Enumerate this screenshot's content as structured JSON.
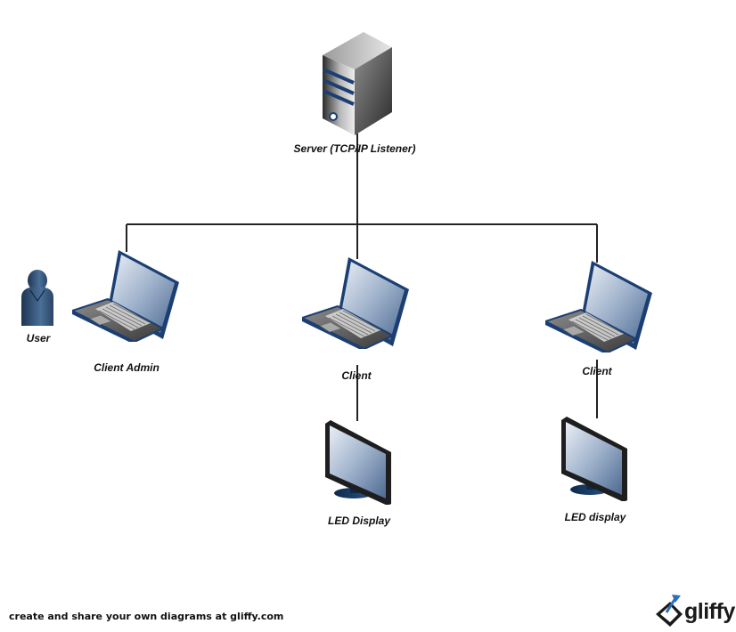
{
  "diagram": {
    "nodes": {
      "server": {
        "label": "Server (TCP/IP Listener)",
        "icon": "server-tower-icon"
      },
      "user": {
        "label": "User",
        "icon": "user-person-icon"
      },
      "client_admin": {
        "label": "Client Admin",
        "icon": "laptop-icon"
      },
      "client_1": {
        "label": "Client",
        "icon": "laptop-icon"
      },
      "client_2": {
        "label": "Client",
        "icon": "laptop-icon"
      },
      "led_display_1": {
        "label": "LED Display",
        "icon": "monitor-icon"
      },
      "led_display_2": {
        "label": "LED display",
        "icon": "monitor-icon"
      }
    },
    "connections": [
      {
        "from": "server",
        "to": "client_admin"
      },
      {
        "from": "server",
        "to": "client_1"
      },
      {
        "from": "server",
        "to": "client_2"
      },
      {
        "from": "client_1",
        "to": "led_display_1"
      },
      {
        "from": "client_2",
        "to": "led_display_2"
      }
    ]
  },
  "footer": {
    "promo_text": "create and share your own diagrams at gliffy.com",
    "brand_name": "gliffy",
    "brand_icon": "gliffy-logo-icon"
  },
  "colors": {
    "connector": "#222222",
    "accent_blue": "#1c3f73",
    "screen_blue": "#8aa3c2",
    "body_gray": "#555555"
  }
}
